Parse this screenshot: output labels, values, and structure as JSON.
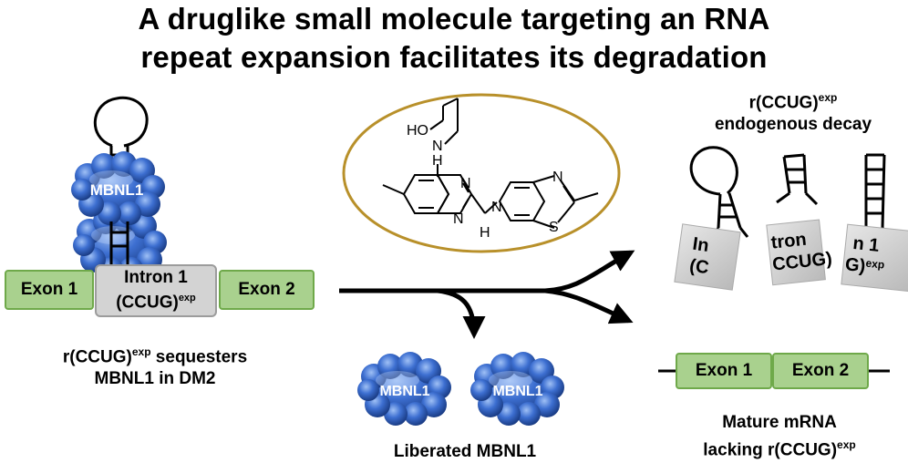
{
  "title_line1": "A druglike small molecule targeting an RNA",
  "title_line2": "repeat expansion facilitates its degradation",
  "left": {
    "protein": "MBNL1",
    "exon1": "Exon 1",
    "intron_line1": "Intron 1",
    "intron_repeat": "(CCUG)",
    "intron_sup": "exp",
    "exon2": "Exon 2",
    "caption_prefix": "r(CCUG)",
    "caption_sup": "exp",
    "caption_rest": " sequesters",
    "caption_line2": "MBNL1 in DM2"
  },
  "molecule": {
    "oh": "HO",
    "n_amine1": "N",
    "h_amine1": "H",
    "n_ring1": "N",
    "n_ring2": "N",
    "n_amine2": "N",
    "h_amine2": "H",
    "n_thiazole": "N",
    "s_thiazole": "S"
  },
  "liberated": {
    "protein_a": "MBNL1",
    "protein_b": "MBNL1",
    "caption": "Liberated  MBNL1"
  },
  "decay": {
    "title_prefix": "r(CCUG)",
    "title_sup": "exp",
    "title_line2": "endogenous decay",
    "fragment1_line1": "In",
    "fragment1_line2": "(C",
    "fragment2_line1": "tron",
    "fragment2_line2": "CCUG)",
    "fragment3_line1": "n 1",
    "fragment3_line2": "G)",
    "fragment3_sup": "exp"
  },
  "mature": {
    "exon1": "Exon 1",
    "exon2": "Exon 2",
    "caption_line1": "Mature mRNA",
    "caption_prefix": "lacking r(CCUG)",
    "caption_sup": "exp"
  },
  "colors": {
    "exon_fill": "#a9d18e",
    "exon_border": "#6fa94a",
    "intron_fill": "#d3d3d3",
    "protein": "#2f5fbf",
    "ellipse": "#b8902a",
    "arrow": "#000000"
  }
}
